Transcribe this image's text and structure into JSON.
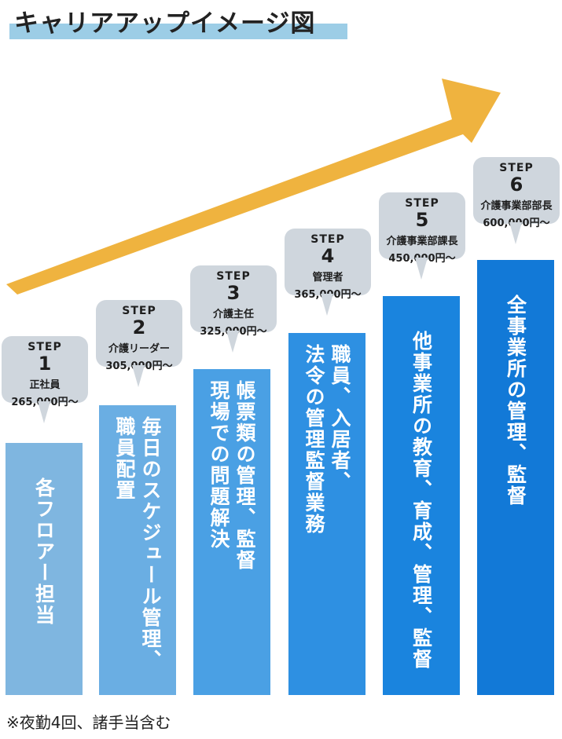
{
  "title": "キャリアアップイメージ図",
  "colors": {
    "arrow": "#efb33f",
    "title_underline": "#9ccde6",
    "bubble": "#cfd6dd",
    "bar_step1": "#7fb6e0",
    "bar_step2": "#6aaee3",
    "bar_step3": "#4aa0e4",
    "bar_step4": "#2e90e2",
    "bar_step5": "#1a84de",
    "bar_step6": "#1279d7"
  },
  "steps": [
    {
      "label": "STEP",
      "number": "1",
      "role": "正社員",
      "salary": "265,000円〜",
      "duties": "各フロアー担当"
    },
    {
      "label": "STEP",
      "number": "2",
      "role": "介護リーダー",
      "salary": "305,000円〜",
      "duties": "毎日のスケジュール管理、\n職員配置"
    },
    {
      "label": "STEP",
      "number": "3",
      "role": "介護主任",
      "salary": "325,000円〜",
      "duties": "帳票類の管理、監督\n現場での問題解決"
    },
    {
      "label": "STEP",
      "number": "4",
      "role": "管理者",
      "salary": "365,000円〜",
      "duties": "職員、入居者、\n法令の管理監督業務"
    },
    {
      "label": "STEP",
      "number": "5",
      "role": "介護事業部課長",
      "salary": "450,000円〜",
      "duties": "他事業所の教育、育成、管理、監督"
    },
    {
      "label": "STEP",
      "number": "6",
      "role": "介護事業部部長",
      "salary": "600,000円〜",
      "duties": "全事業所の管理、監督"
    }
  ],
  "footnote": "※夜勤4回、諸手当含む"
}
